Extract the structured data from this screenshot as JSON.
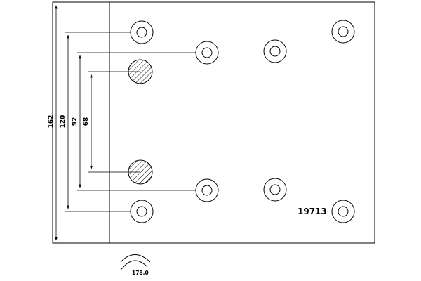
{
  "drawing": {
    "part_number": "19713",
    "arc_length": "178,0",
    "dimensions": [
      {
        "label": "162"
      },
      {
        "label": "120"
      },
      {
        "label": "92"
      },
      {
        "label": "68"
      }
    ],
    "holes": [
      {
        "row": "outer-top",
        "type": "plain"
      },
      {
        "row": "mid-top",
        "type": "plain"
      },
      {
        "row": "mid-top",
        "type": "plain"
      },
      {
        "row": "outer-top",
        "type": "plain"
      },
      {
        "row": "inner-top",
        "type": "hatched"
      },
      {
        "row": "inner-bottom",
        "type": "hatched"
      },
      {
        "row": "mid-bottom",
        "type": "plain"
      },
      {
        "row": "mid-bottom",
        "type": "plain"
      },
      {
        "row": "outer-bottom",
        "type": "plain"
      },
      {
        "row": "outer-bottom",
        "type": "plain"
      }
    ],
    "colors": {
      "line": "#000000",
      "background": "#ffffff"
    }
  }
}
